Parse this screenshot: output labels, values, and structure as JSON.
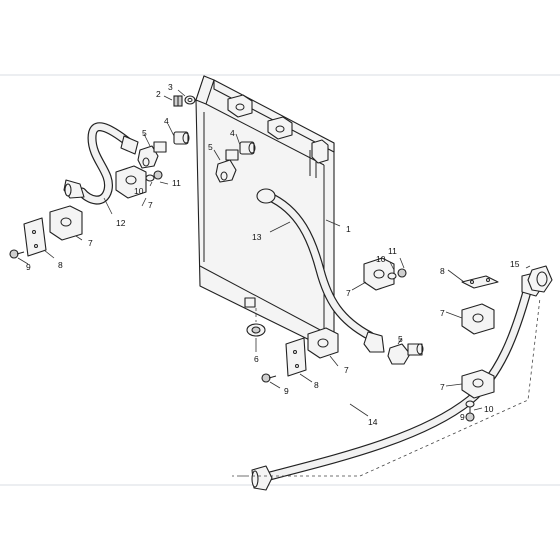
{
  "callouts": {
    "c1": "1",
    "c2": "2",
    "c3": "3",
    "c4a": "4",
    "c4b": "4",
    "c5a": "5",
    "c5b": "5",
    "c5c": "5",
    "c6": "6",
    "c7a": "7",
    "c7b": "7",
    "c7c": "7",
    "c7d": "7",
    "c7e": "7",
    "c7f": "7",
    "c8a": "8",
    "c8b": "8",
    "c8c": "8",
    "c9a": "9",
    "c9b": "9",
    "c9c": "9",
    "c10a": "10",
    "c10b": "10",
    "c10c": "10",
    "c11a": "11",
    "c11b": "11",
    "c12": "12",
    "c13": "13",
    "c14": "14",
    "c15": "15"
  }
}
